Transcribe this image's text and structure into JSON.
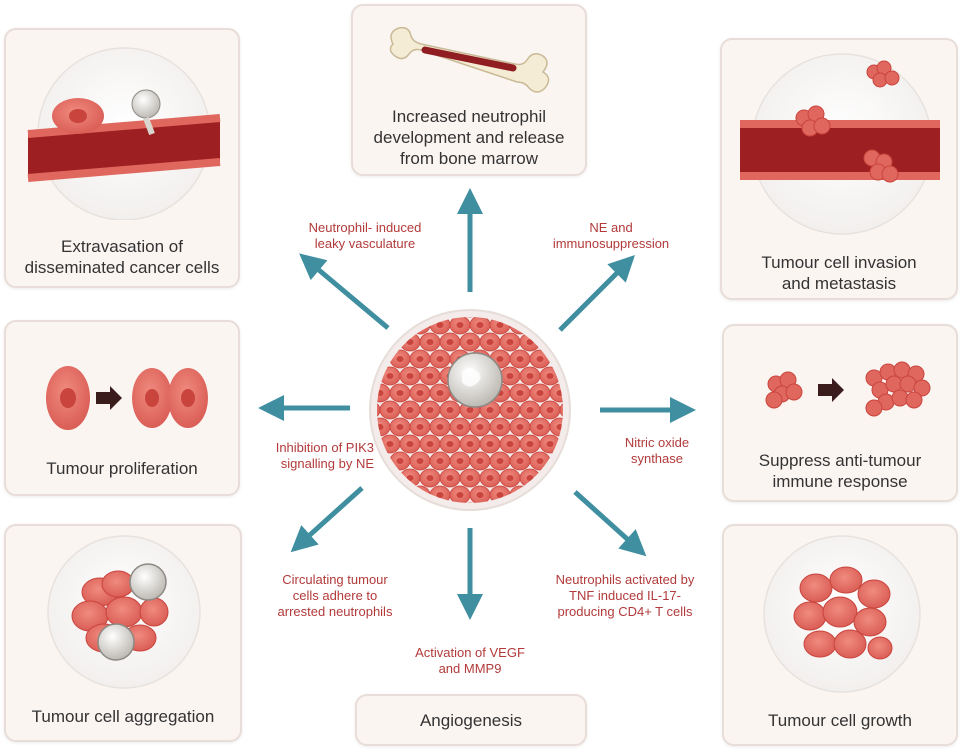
{
  "colors": {
    "arrow": "#3f8fa0",
    "box_fill": "#fbf5f2",
    "box_border": "#e8ddd8",
    "label_text": "#333333",
    "edge_text": "#b23a3a",
    "cell_fill": "#e0675e",
    "cell_nucleus": "#c9443d",
    "vessel": "#9e1f22",
    "neutrophil": "#d9d6d0"
  },
  "outcomes": {
    "bone_marrow": "Increased neutrophil\ndevelopment and release\nfrom bone marrow",
    "extravasation": "Extravasation of\ndisseminated cancer cells",
    "invasion": "Tumour cell invasion\nand metastasis",
    "proliferation": "Tumour proliferation",
    "suppress": "Suppress anti-tumour\nimmune response",
    "aggregation": "Tumour cell aggregation",
    "angiogenesis": "Angiogenesis",
    "growth": "Tumour cell growth"
  },
  "mechanisms": {
    "leaky": "Neutrophil- induced\nleaky vasculature",
    "ne_immuno": "NE and\nimmunosuppression",
    "pik3": "Inhibition of PIK3\nsignalling by NE",
    "nitric": "Nitric oxide\nsynthase",
    "circulating": "Circulating tumour\ncells adhere to\narrested neutrophils",
    "vegf": "Activation of VEGF\nand MMP9",
    "tnf": "Neutrophils activated by\nTNF induced IL-17-\nproducing CD4+ T cells"
  }
}
